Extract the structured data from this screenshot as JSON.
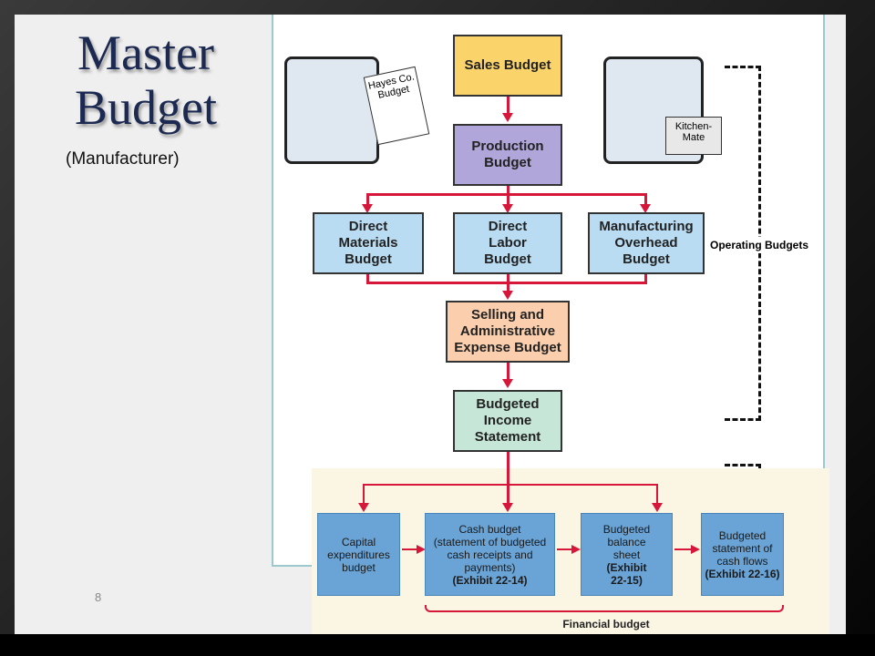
{
  "slide": {
    "title_line1": "Master",
    "title_line2": "Budget",
    "subtitle": "(Manufacturer)",
    "page_number": "8"
  },
  "diagram": {
    "sales": "Sales Budget",
    "production": "Production Budget",
    "direct_materials": "Direct Materials Budget",
    "direct_labor": "Direct Labor Budget",
    "overhead": "Manufacturing Overhead Budget",
    "selling_admin": "Selling and Administrative Expense Budget",
    "income": "Budgeted Income Statement",
    "operating_label": "Operating Budgets",
    "illustration_left_text": "Hayes Co. Budget",
    "illustration_right_text": "Kitchen-Mate",
    "capital": "Capital expenditures budget",
    "cash": "Cash budget (statement of budgeted cash receipts and payments)",
    "cash_exhibit": "(Exhibit 22-14)",
    "balance": "Budgeted balance sheet",
    "balance_exhibit": "(Exhibit 22-15)",
    "cashflows": "Budgeted statement of cash flows",
    "cashflows_exhibit": "(Exhibit 22-16)",
    "financial_label": "Financial budget"
  }
}
